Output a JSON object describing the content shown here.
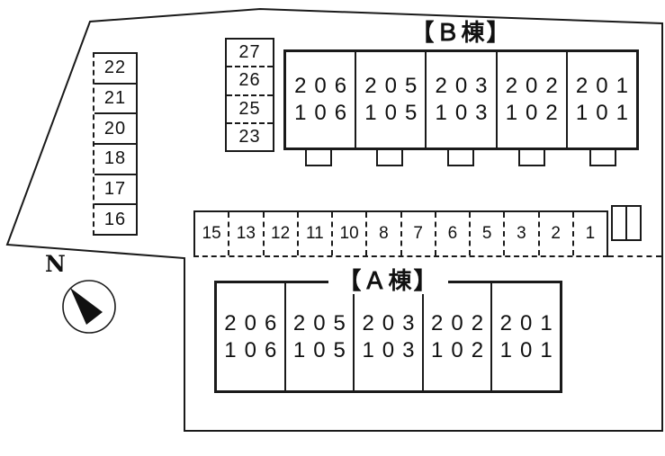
{
  "buildings": {
    "b": {
      "label": "【Ｂ棟】",
      "units": [
        {
          "upper": "206",
          "lower": "106"
        },
        {
          "upper": "205",
          "lower": "105"
        },
        {
          "upper": "203",
          "lower": "103"
        },
        {
          "upper": "202",
          "lower": "102"
        },
        {
          "upper": "201",
          "lower": "101"
        }
      ]
    },
    "a": {
      "label": "【Ａ棟】",
      "units": [
        {
          "upper": "206",
          "lower": "106"
        },
        {
          "upper": "205",
          "lower": "105"
        },
        {
          "upper": "203",
          "lower": "103"
        },
        {
          "upper": "202",
          "lower": "102"
        },
        {
          "upper": "201",
          "lower": "101"
        }
      ]
    }
  },
  "parking": {
    "left_column": [
      "22",
      "21",
      "20",
      "18",
      "17",
      "16"
    ],
    "upper_column": [
      "27",
      "26",
      "25",
      "23"
    ],
    "center_row": [
      "15",
      "13",
      "12",
      "11",
      "10",
      "8",
      "7",
      "6",
      "5",
      "3",
      "2",
      "1"
    ]
  },
  "compass": {
    "north_label": "N"
  },
  "colors": {
    "line": "#1a1a1a",
    "background": "#ffffff"
  }
}
